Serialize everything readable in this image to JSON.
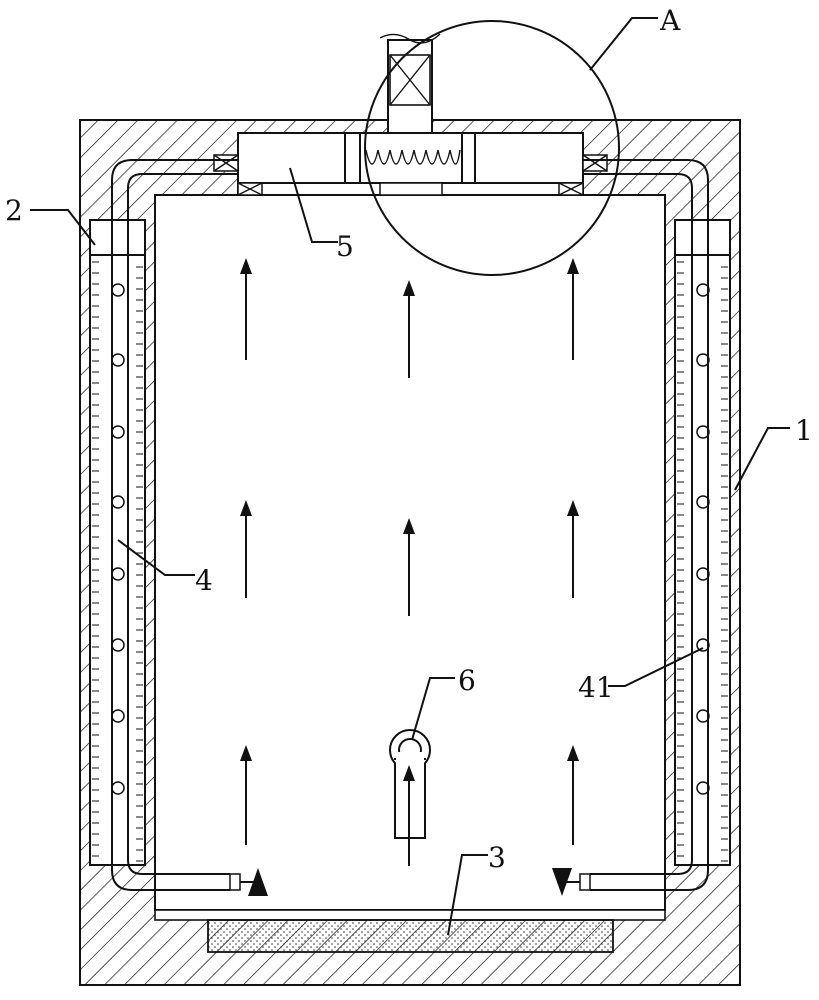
{
  "labels": {
    "l1": "1",
    "l2": "2",
    "l3": "3",
    "l4": "4",
    "l5": "5",
    "l6": "6",
    "l41": "41",
    "lA": "A"
  },
  "colors": {
    "line": "#111111",
    "background": "#ffffff"
  }
}
